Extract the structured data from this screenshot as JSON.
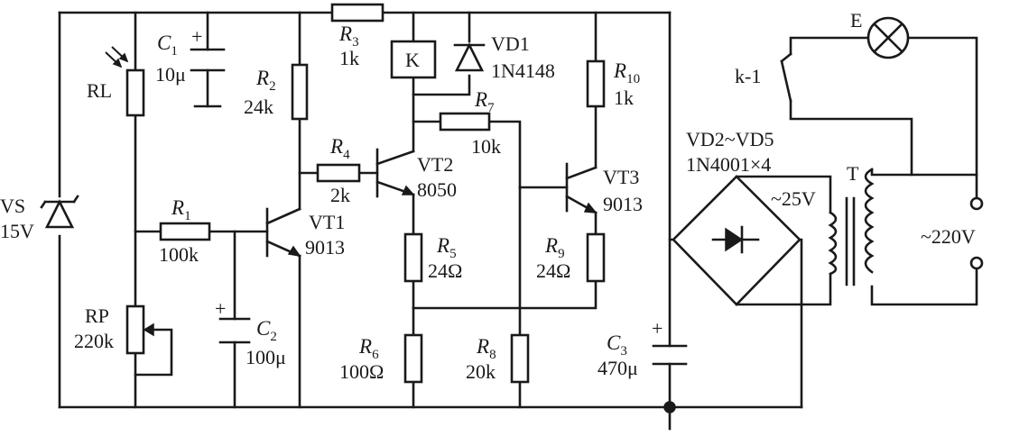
{
  "components": {
    "r1": {
      "ref": "R",
      "sub": "1",
      "value": "100k"
    },
    "r2": {
      "ref": "R",
      "sub": "2",
      "value": "24k"
    },
    "r3": {
      "ref": "R",
      "sub": "3",
      "value": "1k"
    },
    "r4": {
      "ref": "R",
      "sub": "4",
      "value": "2k"
    },
    "r5": {
      "ref": "R",
      "sub": "5",
      "value": "24Ω"
    },
    "r6": {
      "ref": "R",
      "sub": "6",
      "value": "100Ω"
    },
    "r7": {
      "ref": "R",
      "sub": "7",
      "value": "10k"
    },
    "r8": {
      "ref": "R",
      "sub": "8",
      "value": "20k"
    },
    "r9": {
      "ref": "R",
      "sub": "9",
      "value": "24Ω"
    },
    "r10": {
      "ref": "R",
      "sub": "10",
      "value": "1k"
    },
    "c1": {
      "ref": "C",
      "sub": "1",
      "value": "10μ"
    },
    "c2": {
      "ref": "C",
      "sub": "2",
      "value": "100μ"
    },
    "c3": {
      "ref": "C",
      "sub": "3",
      "value": "470μ"
    },
    "rl": {
      "ref": "RL"
    },
    "rp": {
      "ref": "RP",
      "value": "220k"
    },
    "vs": {
      "ref": "VS",
      "value": "15V"
    },
    "vt1": {
      "ref": "VT1",
      "value": "9013"
    },
    "vt2": {
      "ref": "VT2",
      "value": "8050"
    },
    "vt3": {
      "ref": "VT3",
      "value": "9013"
    },
    "vd1": {
      "ref": "VD1",
      "value": "1N4148"
    },
    "relay": {
      "ref": "K"
    },
    "bridge": {
      "ref": "VD2~VD5",
      "value": "1N4001×4"
    },
    "transformer": {
      "ref": "T",
      "secondary": "~25V"
    },
    "mains": {
      "value": "~220V"
    },
    "lamp": {
      "ref": "E"
    },
    "switch": {
      "ref": "k-1"
    },
    "plus": "+"
  }
}
